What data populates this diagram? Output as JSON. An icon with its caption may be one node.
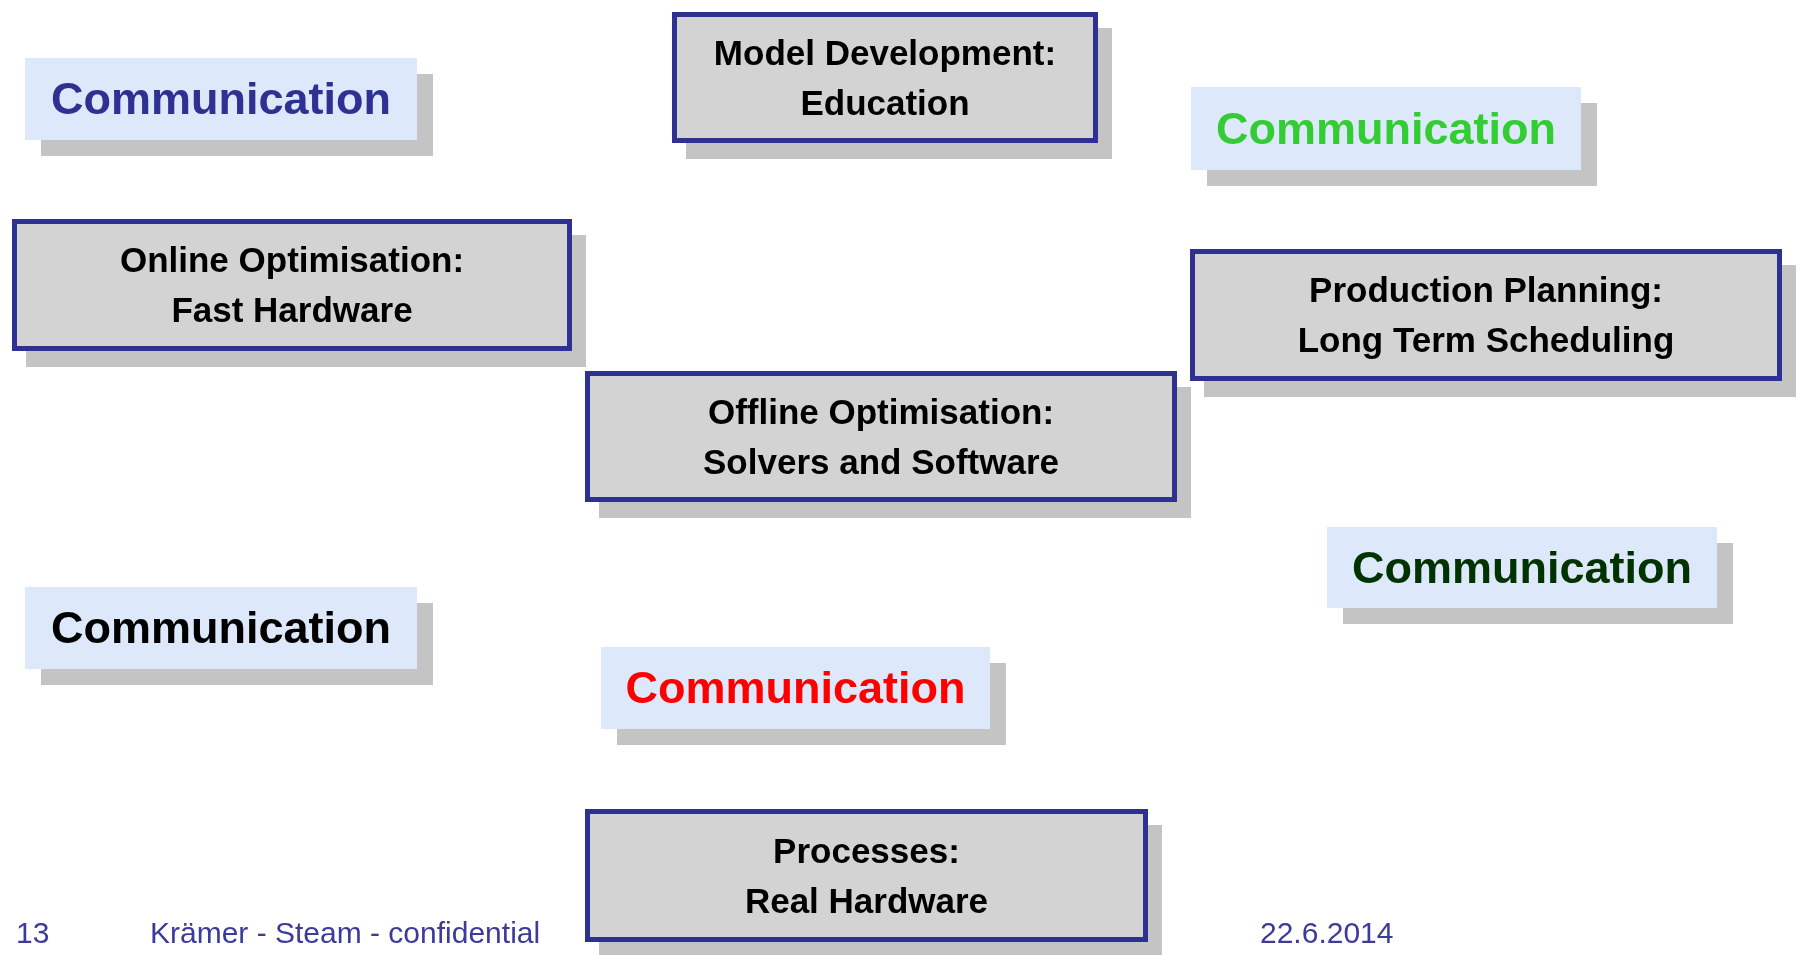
{
  "diagram": {
    "nodes": [
      {
        "text": [
          "Communication"
        ]
      },
      {
        "text": [
          "Model Development:",
          "Education"
        ]
      },
      {
        "text": [
          "Communication"
        ]
      },
      {
        "text": [
          "Online Optimisation:",
          "Fast Hardware"
        ]
      },
      {
        "text": [
          "Production Planning:",
          "Long Term Scheduling"
        ]
      },
      {
        "text": [
          "Offline Optimisation:",
          "Solvers and Software"
        ]
      },
      {
        "text": [
          "Communication"
        ]
      },
      {
        "text": [
          "Communication"
        ]
      },
      {
        "text": [
          "Communication"
        ]
      },
      {
        "text": [
          "Processes:",
          "Real Hardware"
        ]
      }
    ],
    "labels": [
      "13",
      "Krämer - Steam - confidential",
      "22.6.2014"
    ]
  }
}
